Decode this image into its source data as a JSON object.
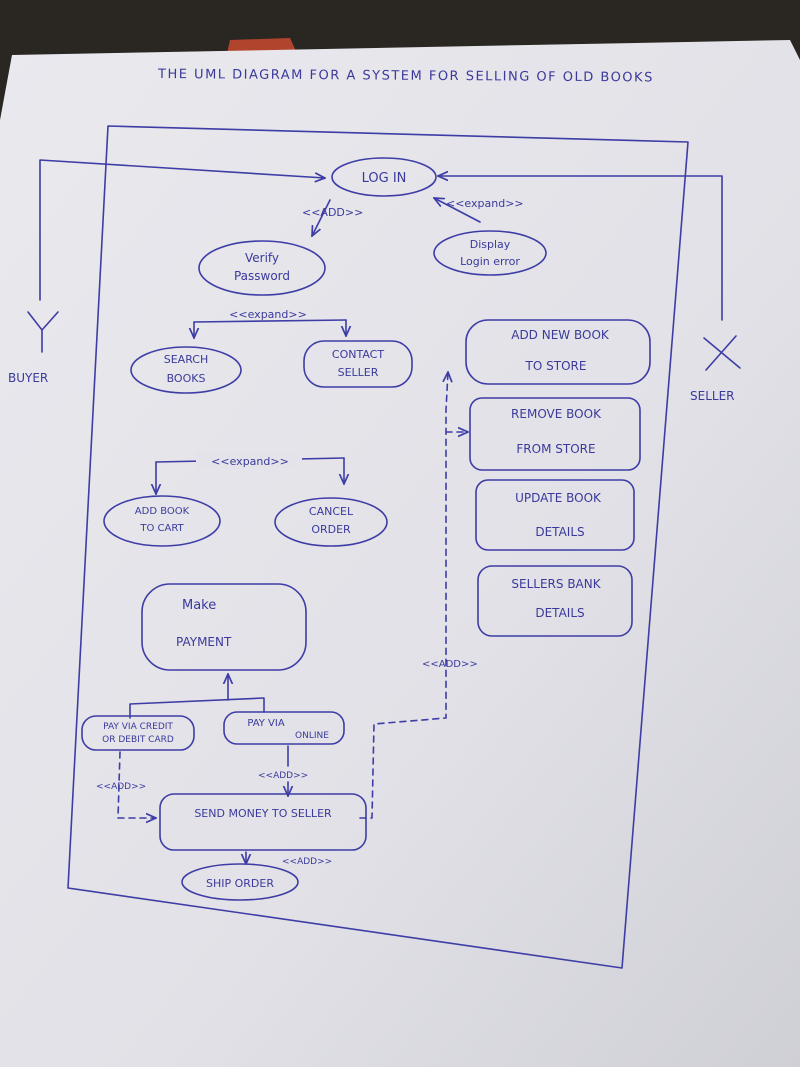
{
  "diagram": {
    "title": "THE UML DIAGRAM FOR A SYSTEM FOR SELLING OF OLD BOOKS",
    "actors": {
      "buyer": "BUYER",
      "seller": "SELLER"
    },
    "use_cases": {
      "login": "LOG IN",
      "verify_password": [
        "Verify",
        "Password"
      ],
      "display_login_error": [
        "Display",
        "Login error"
      ],
      "search_books": [
        "SEARCH",
        "BOOKS"
      ],
      "contact_seller": [
        "CONTACT",
        "SELLER"
      ],
      "add_book_to_cart": [
        "ADD BOOK",
        "TO CART"
      ],
      "cancel_order": [
        "CANCEL",
        "ORDER"
      ],
      "make_payment": [
        "Make",
        "PAYMENT"
      ],
      "pay_via_card": [
        "PAY VIA CREDIT",
        "OR DEBIT CARD"
      ],
      "pay_via_online": [
        "PAY VIA",
        "ONLINE"
      ],
      "send_money_to_seller": "SEND MONEY TO SELLER",
      "ship_order": "SHIP ORDER",
      "add_new_book": [
        "ADD NEW BOOK",
        "TO STORE"
      ],
      "remove_book": [
        "REMOVE BOOK",
        "FROM STORE"
      ],
      "update_book_details": [
        "UPDATE BOOK",
        "DETAILS"
      ],
      "sellers_bank_details": [
        "SELLERS BANK",
        "DETAILS"
      ]
    },
    "relations": {
      "add_login": "<<ADD>>",
      "expand_login": "<<expand>>",
      "expand_search_contact": "<<expand>>",
      "expand_cart_cancel": "<<expand>>",
      "add_seller_column": "<<ADD>>",
      "add_card": "<<ADD>>",
      "add_online": "<<ADD>>",
      "add_ship": "<<ADD>>"
    }
  },
  "colors": {
    "ink": "#3e3da6",
    "paper": "#e4e4e9",
    "background": "#2a2622"
  }
}
